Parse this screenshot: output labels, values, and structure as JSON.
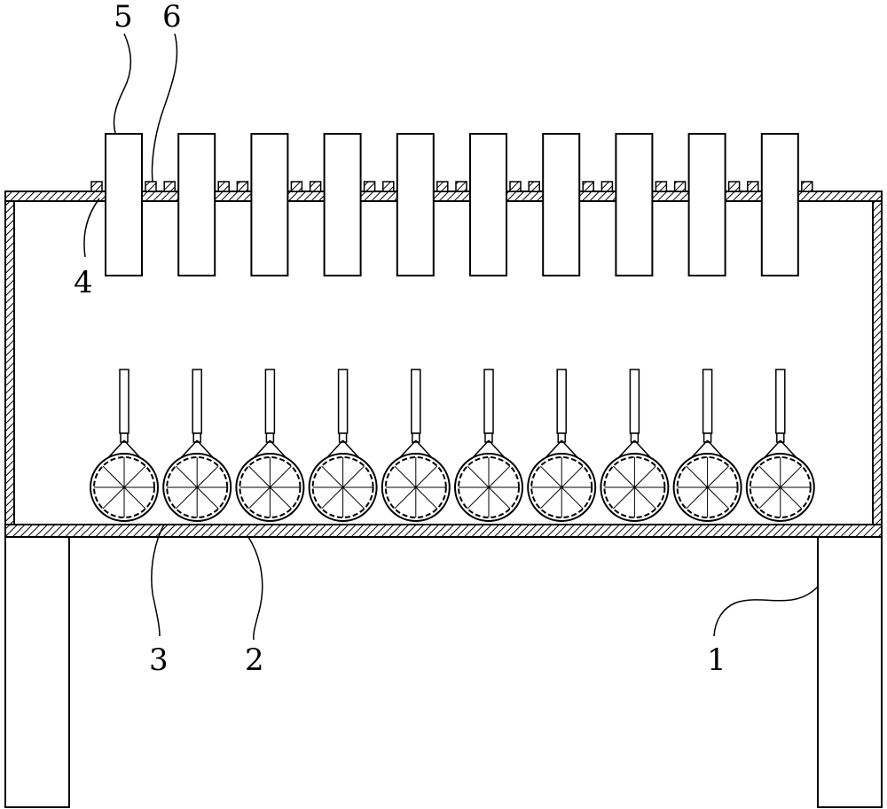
{
  "labels": {
    "frame": "1",
    "base_plate": "2",
    "wheel": "3",
    "slot_plate": "4",
    "block": "5",
    "rail": "6"
  },
  "layout": {
    "block_count": 10,
    "wheel_count": 10,
    "wheel_spokes": 8
  },
  "colors": {
    "line": "#000000",
    "fill": "#ffffff"
  }
}
